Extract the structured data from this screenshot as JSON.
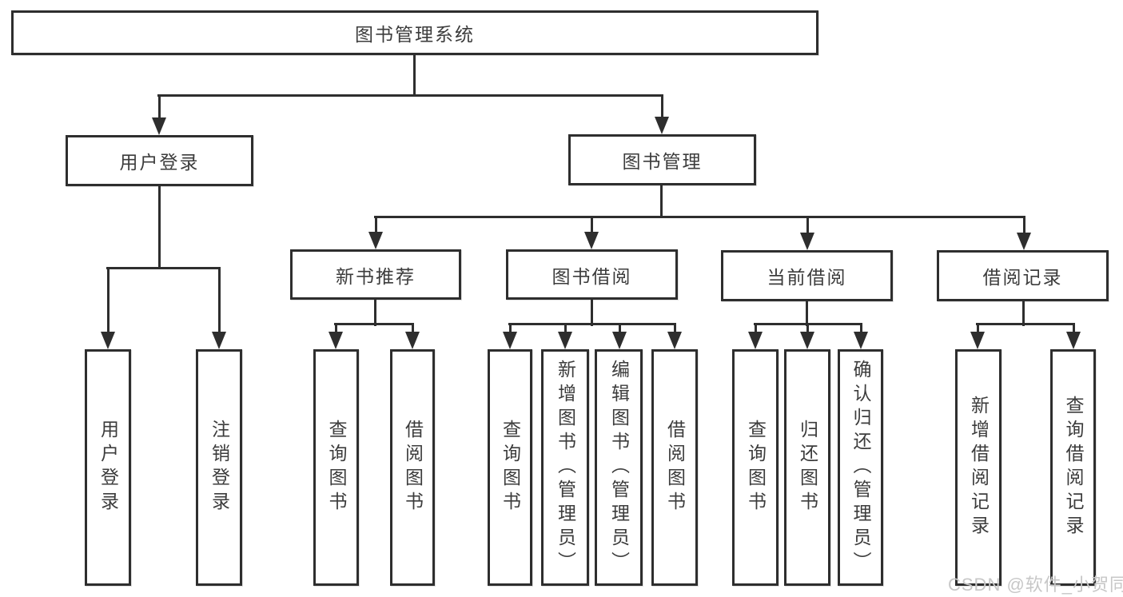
{
  "diagram": {
    "root": {
      "label": "图书管理系统"
    },
    "branches": [
      {
        "label": "用户登录",
        "children": [
          {
            "label": "用户登录"
          },
          {
            "label": "注销登录"
          }
        ]
      },
      {
        "label": "图书管理",
        "children": [
          {
            "label": "新书推荐",
            "children": [
              {
                "label": "查询图书"
              },
              {
                "label": "借阅图书"
              }
            ]
          },
          {
            "label": "图书借阅",
            "children": [
              {
                "label": "查询图书"
              },
              {
                "label": "新增图书（管理员）"
              },
              {
                "label": "编辑图书（管理员）"
              },
              {
                "label": "借阅图书"
              }
            ]
          },
          {
            "label": "当前借阅",
            "children": [
              {
                "label": "查询图书"
              },
              {
                "label": "归还图书"
              },
              {
                "label": "确认归还（管理员）"
              }
            ]
          },
          {
            "label": "借阅记录",
            "children": [
              {
                "label": "新增借阅记录"
              },
              {
                "label": "查询借阅记录"
              }
            ]
          }
        ]
      }
    ]
  },
  "watermark": {
    "text": "CSDN @软件_小贺同学"
  },
  "colors": {
    "line": "#2e2e2e",
    "text": "#3c3c3c",
    "background": "#ffffff",
    "watermark": "#c7c7c7"
  }
}
